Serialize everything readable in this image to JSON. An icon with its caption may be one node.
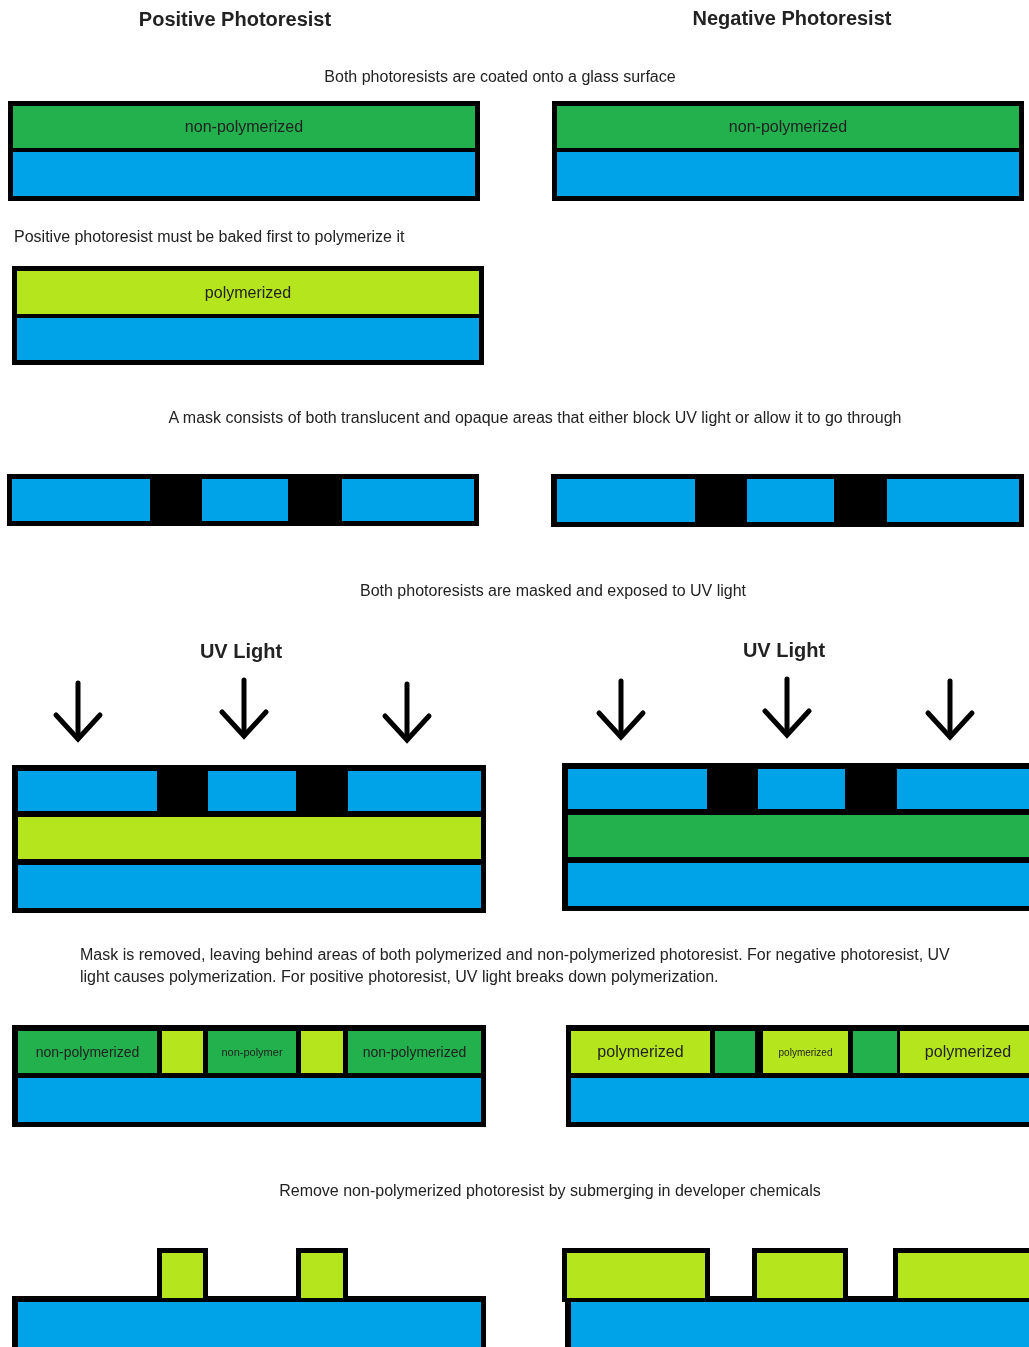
{
  "diagram": {
    "nodes": [
      {
        "text": [
          "non-polymerized"
        ]
      },
      {
        "text": [
          "non-polymerized"
        ]
      },
      {
        "text": [
          "polymerized"
        ]
      },
      {
        "text": [
          "non-polymerized"
        ]
      },
      {
        "text": [
          "non-polymer"
        ]
      },
      {
        "text": [
          "non-polymerized"
        ]
      },
      {
        "text": [
          "polymerized"
        ]
      },
      {
        "text": [
          "polymerized"
        ]
      },
      {
        "text": [
          "polymerized"
        ]
      }
    ],
    "labels": [
      "Positive Photoresist",
      "Negative Photoresist",
      "Both photoresists are coated onto a glass surface",
      "Positive photoresist must be baked first to polymerize it",
      "A mask consists of both translucent and opaque areas that either block UV light or allow it to go through",
      "Both photoresists are masked and exposed to UV light",
      "UV Light",
      "UV Light",
      "Mask is removed, leaving behind areas of both polymerized and non-polymerized photoresist. For negative photoresist, UV light causes polymerization. For positive photoresist, UV light breaks down polymerization.",
      "Remove non-polymerized photoresist by submerging in developer chemicals"
    ]
  }
}
